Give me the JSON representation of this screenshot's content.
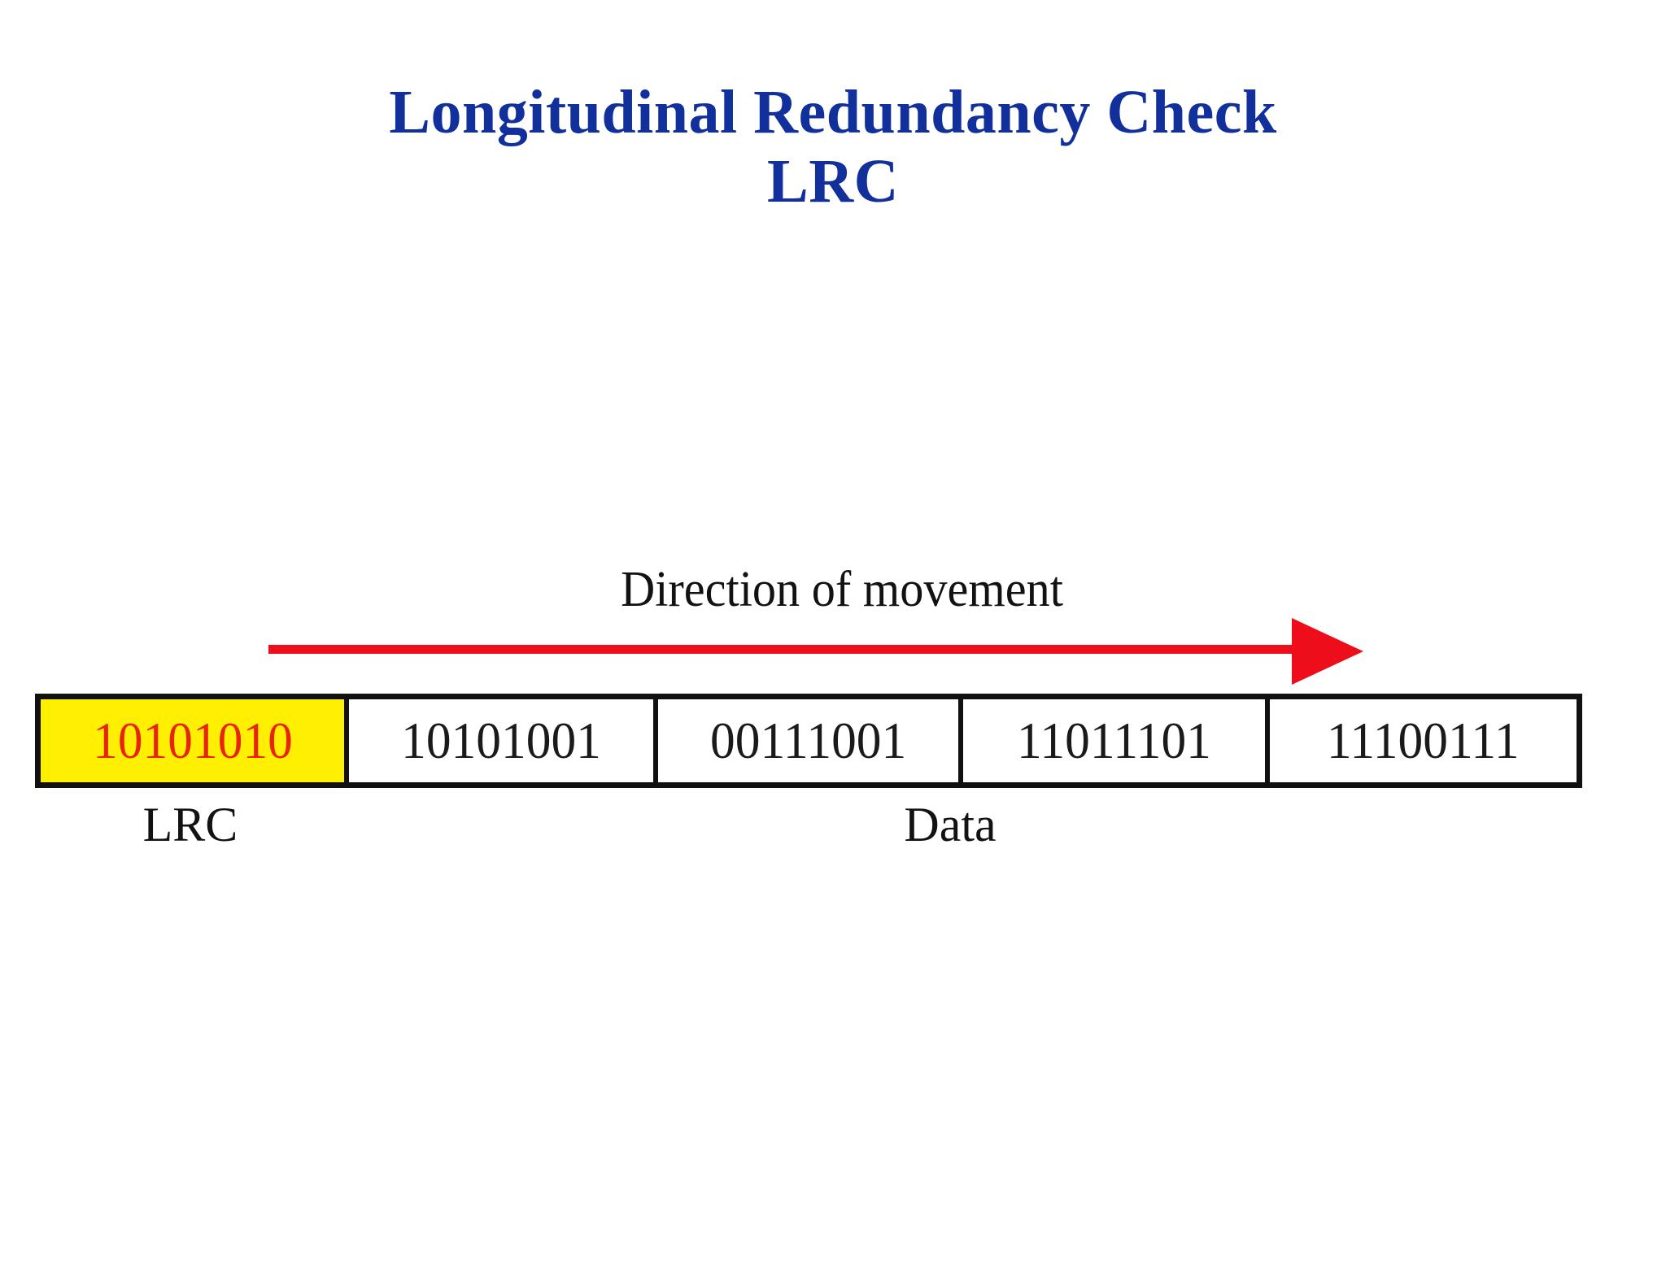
{
  "slide": {
    "title_line1": "Longitudinal Redundancy Check",
    "title_line2": "LRC",
    "title_color": "#12309c",
    "background": "#ffffff"
  },
  "diagram": {
    "type": "frame-layout",
    "direction_label": "Direction of movement",
    "arrow": {
      "name": "direction-arrow",
      "color": "#ee0d1a",
      "points_right": true
    },
    "frame": {
      "border_color": "#111111",
      "cells": [
        {
          "bits": "10101010",
          "role": "lrc",
          "fill": "#ffef00",
          "text_color": "#e8250c"
        },
        {
          "bits": "10101001",
          "role": "data",
          "fill": "#ffffff",
          "text_color": "#1a1a1a"
        },
        {
          "bits": "00111001",
          "role": "data",
          "fill": "#ffffff",
          "text_color": "#1a1a1a"
        },
        {
          "bits": "11011101",
          "role": "data",
          "fill": "#ffffff",
          "text_color": "#1a1a1a"
        },
        {
          "bits": "11100111",
          "role": "data",
          "fill": "#ffffff",
          "text_color": "#1a1a1a"
        }
      ]
    },
    "captions": {
      "lrc": "LRC",
      "data": "Data"
    }
  }
}
